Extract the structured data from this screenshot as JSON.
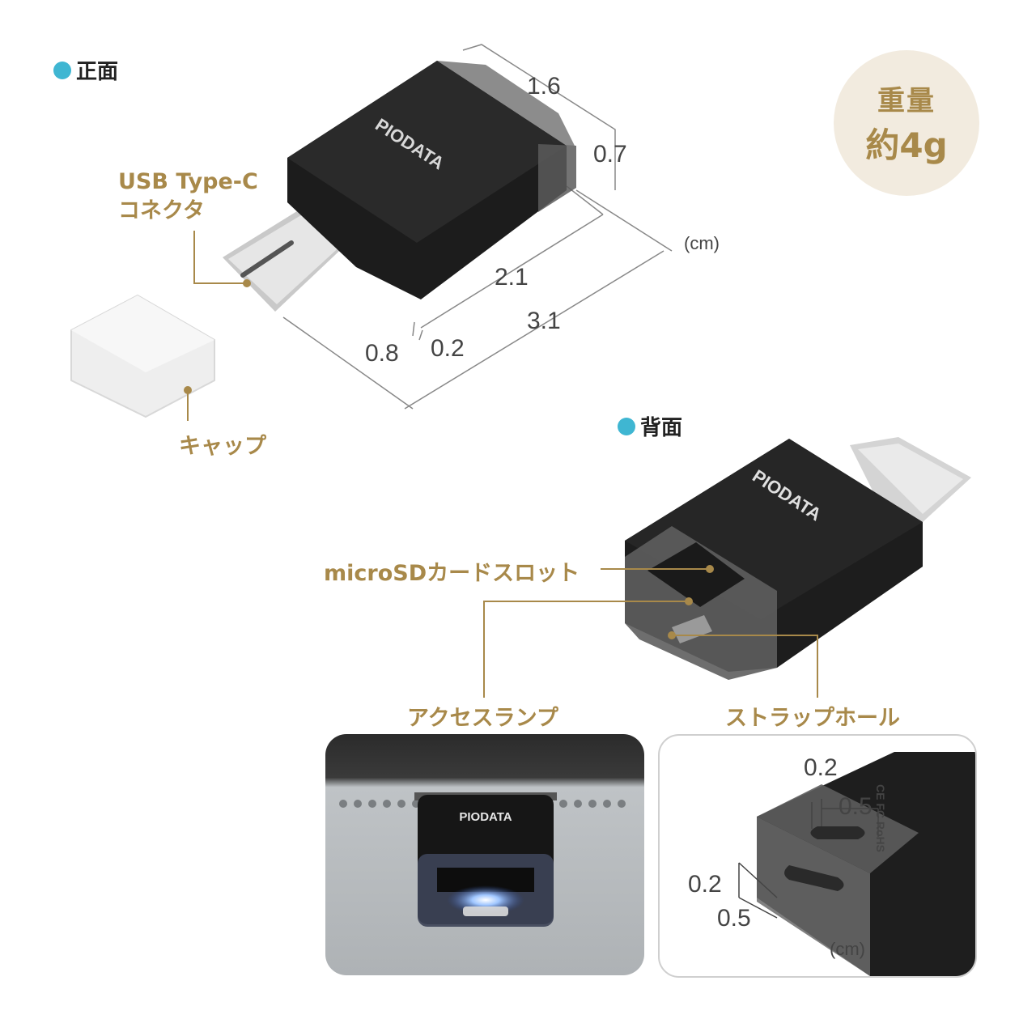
{
  "front": {
    "title": "正面"
  },
  "back": {
    "title": "背面"
  },
  "weight": {
    "line1": "重量",
    "line2": "約4g"
  },
  "front_dims": {
    "d1": "1.6",
    "d2": "0.7",
    "d3": "2.1",
    "d4": "3.1",
    "d5": "0.8",
    "d6": "0.2",
    "unit": "(cm)"
  },
  "labels": {
    "usb_line1": "USB Type-C",
    "usb_line2": "コネクタ",
    "cap": "キャップ",
    "microsd": "microSDカードスロット",
    "lamp": "アクセスランプ",
    "strap": "ストラップホール"
  },
  "brand": {
    "logo": "PIODATA"
  },
  "detail_dims": {
    "a": "0.2",
    "b": "0.5",
    "c": "0.2",
    "d": "0.5",
    "unit": "(cm)"
  },
  "marks": "CE FC RoHS",
  "colors": {
    "accent_gold": "#a8894a",
    "dot_blue": "#3fb6d2",
    "weight_bg": "#f2ebdf"
  }
}
